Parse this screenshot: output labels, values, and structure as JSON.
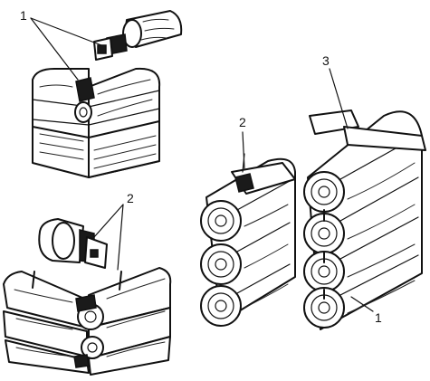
{
  "callouts": {
    "topleft_1": "1",
    "bottomleft_2": "2",
    "middle_2": "2",
    "right_3": "3",
    "right_1": "1"
  },
  "colors": {
    "ink": "#111111",
    "paper": "#ffffff"
  }
}
